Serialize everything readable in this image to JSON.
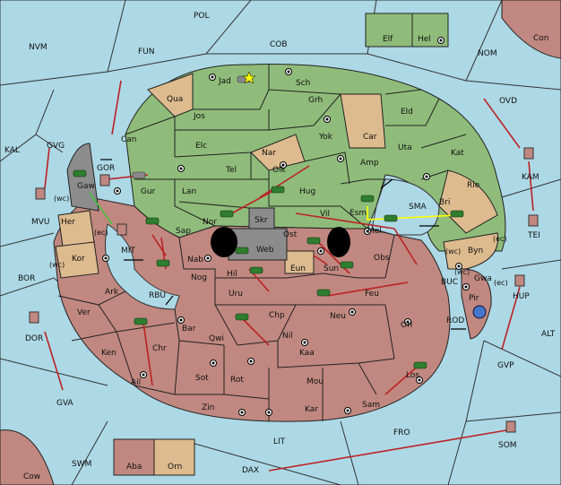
{
  "sea_labels": {
    "POL": "POL",
    "NVM": "NVM",
    "FUN": "FUN",
    "COB": "COB",
    "NOM": "NOM",
    "Con": "Con",
    "KAL": "KAL",
    "GVG": "GVG",
    "OVD": "OVD",
    "MVU": "MVU",
    "KAM": "KAM",
    "TEI": "TEI",
    "BOR": "BOR",
    "MIT": "MIT",
    "RBU": "RBU",
    "SMA": "SMA",
    "BUC": "BUC",
    "ROD": "ROD",
    "ALT": "ALT",
    "DOR": "DOR",
    "GVP": "GVP",
    "GVA": "GVA",
    "FRO": "FRO",
    "LIT": "LIT",
    "SWM": "SWM",
    "DAX": "DAX",
    "SOM": "SOM",
    "Cow": "Cow"
  },
  "land_labels": {
    "Elf": "Elf",
    "Hel": "Hel",
    "Jad": "Jad",
    "Sch": "Sch",
    "Qua": "Qua",
    "Jos": "Jos",
    "Grh": "Grh",
    "Eld": "Eld",
    "Can": "Can",
    "Yok": "Yok",
    "Car": "Car",
    "Uta": "Uta",
    "Elc": "Elc",
    "Nar": "Nar",
    "Amp": "Amp",
    "Kat": "Kat",
    "Tel": "Tel",
    "Olk": "Olk",
    "Gaw": "Gaw",
    "GOR": "GOR",
    "Gur": "Gur",
    "Lan": "Lan",
    "Hug": "Hug",
    "Rie": "Rie",
    "Bri": "Bri",
    "Vil": "Vil",
    "Esm": "Esm",
    "Her": "Her",
    "Nor": "Nor",
    "Skr": "Skr",
    "Sap": "Sap",
    "Ost": "Ost",
    "Mel": "Mel",
    "Byn": "Byn",
    "Web": "Web",
    "Kor": "Kor",
    "Nab": "Nab",
    "Eun": "Eun",
    "Sun": "Sun",
    "Obs": "Obs",
    "Gwa": "Gwa",
    "Nog": "Nog",
    "Hil": "Hil",
    "Ark": "Ark",
    "Uru": "Uru",
    "Feu": "Feu",
    "Pir": "Pir",
    "HUP": "HUP",
    "Ver": "Ver",
    "Chp": "Chp",
    "Neu": "Neu",
    "Bar": "Bar",
    "Orl": "Orl",
    "Qwi": "Qwi",
    "Nil": "Nil",
    "Ken": "Ken",
    "Chr": "Chr",
    "Kaa": "Kaa",
    "Sot": "Sot",
    "Rot": "Rot",
    "Mou": "Mou",
    "Los": "Los",
    "Ail": "Ail",
    "Zin": "Zin",
    "Kar": "Kar",
    "Sam": "Sam",
    "Aba": "Aba",
    "Orn": "Orn"
  },
  "coast_labels": {
    "wc": "(wc)",
    "ec": "(ec)"
  },
  "colors": {
    "sea": "#add8e6",
    "green_power": "#8fbc7a",
    "tan_neutral": "#ddbb8e",
    "red_power": "#c08880",
    "gray": "#8c8c8c",
    "order_arrow": "#b22222",
    "support_line": "#ffff00"
  },
  "icons": {
    "army": "tank-icon",
    "fleet": "ship-icon",
    "supply_center": "supply-center-icon",
    "convoy": "double-arrow-icon",
    "star": "star-icon"
  }
}
